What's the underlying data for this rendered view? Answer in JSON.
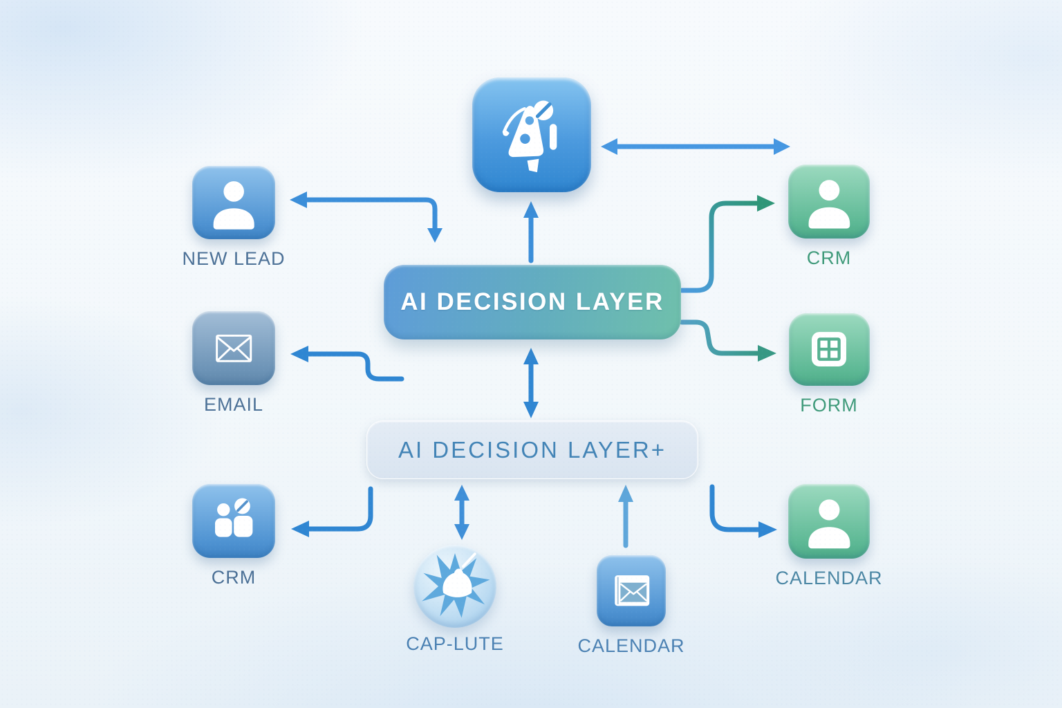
{
  "pills": {
    "primary": {
      "label": "AI DECISION LAYER",
      "gradient_start": "#5e9cd9",
      "gradient_end": "#6fc0ab",
      "text_color": "#ffffff"
    },
    "secondary": {
      "label": "AI DECISION LAYER+",
      "background": "#dde6f1",
      "text_color": "#4384b6"
    }
  },
  "nodes": {
    "app": {
      "label": "",
      "icon": "ai-assistant-rocket-icon",
      "tile_color": "#4c9ade"
    },
    "new_lead": {
      "label": "NEW LEAD",
      "icon": "person-icon",
      "tile_color": "#4f93d2",
      "label_color": "#4b7096"
    },
    "email": {
      "label": "EMAIL",
      "icon": "envelope-icon",
      "tile_color": "#6c93b6",
      "label_color": "#4b7096"
    },
    "crm_left": {
      "label": "CRM",
      "icon": "people-slash-icon",
      "tile_color": "#4f93d2",
      "label_color": "#4b7096"
    },
    "crm_right": {
      "label": "CRM",
      "icon": "person-icon",
      "tile_color": "#5cb894",
      "label_color": "#3f9a7a"
    },
    "form": {
      "label": "FORM",
      "icon": "grid-form-icon",
      "tile_color": "#5cb894",
      "label_color": "#3f9a7a"
    },
    "calendar_right": {
      "label": "CALENDAR",
      "icon": "person-icon",
      "tile_color": "#5cb894",
      "label_color": "#4c87a4"
    },
    "cap_lute": {
      "label": "CAP-LUTE",
      "icon": "starburst-orb-icon",
      "tile_color": "#9dcaeb",
      "label_color": "#4a80b2"
    },
    "calendar_bottom": {
      "label": "CALENDAR",
      "icon": "mail-card-icon",
      "tile_color": "#5591c8",
      "label_color": "#4a80b2"
    }
  },
  "edges": [
    {
      "from": "pill_primary",
      "to": "app",
      "style": "straight-up",
      "heads": "single",
      "color": "#3b8ed9"
    },
    {
      "from": "app",
      "to": "right-edge",
      "style": "horizontal",
      "heads": "double",
      "color": "#4697e1"
    },
    {
      "from": "pill_primary",
      "to": "new_lead",
      "style": "elbow",
      "heads": "double",
      "color": "#3b8ed9"
    },
    {
      "from": "pill_primary",
      "to": "email",
      "style": "s-curve",
      "heads": "single",
      "color": "#2f86d2"
    },
    {
      "from": "pill_primary",
      "to": "crm_right",
      "style": "elbow-up",
      "heads": "single",
      "color": "#2f9678"
    },
    {
      "from": "pill_primary",
      "to": "form",
      "style": "s-curve",
      "heads": "single",
      "color": "#379884"
    },
    {
      "from": "pill_primary",
      "to": "pill_secondary",
      "style": "straight",
      "heads": "double",
      "color": "#2f86d2"
    },
    {
      "from": "pill_secondary",
      "to": "crm_left",
      "style": "elbow",
      "heads": "single",
      "color": "#2f86d2"
    },
    {
      "from": "pill_secondary",
      "to": "cap_lute",
      "style": "straight",
      "heads": "double",
      "color": "#3f8fd8"
    },
    {
      "from": "calendar_bottom",
      "to": "pill_secondary",
      "style": "straight-up",
      "heads": "single",
      "color": "#5ea6da"
    },
    {
      "from": "pill_secondary",
      "to": "calendar_right",
      "style": "elbow",
      "heads": "single",
      "color": "#2f86d2"
    }
  ],
  "colors": {
    "arrow_blue": "#2f86d2",
    "arrow_green": "#2f9678",
    "icon_blue": "#4f93d2",
    "icon_steel": "#6c93b6",
    "icon_green": "#5cb894",
    "background": "#f3f8fb"
  }
}
